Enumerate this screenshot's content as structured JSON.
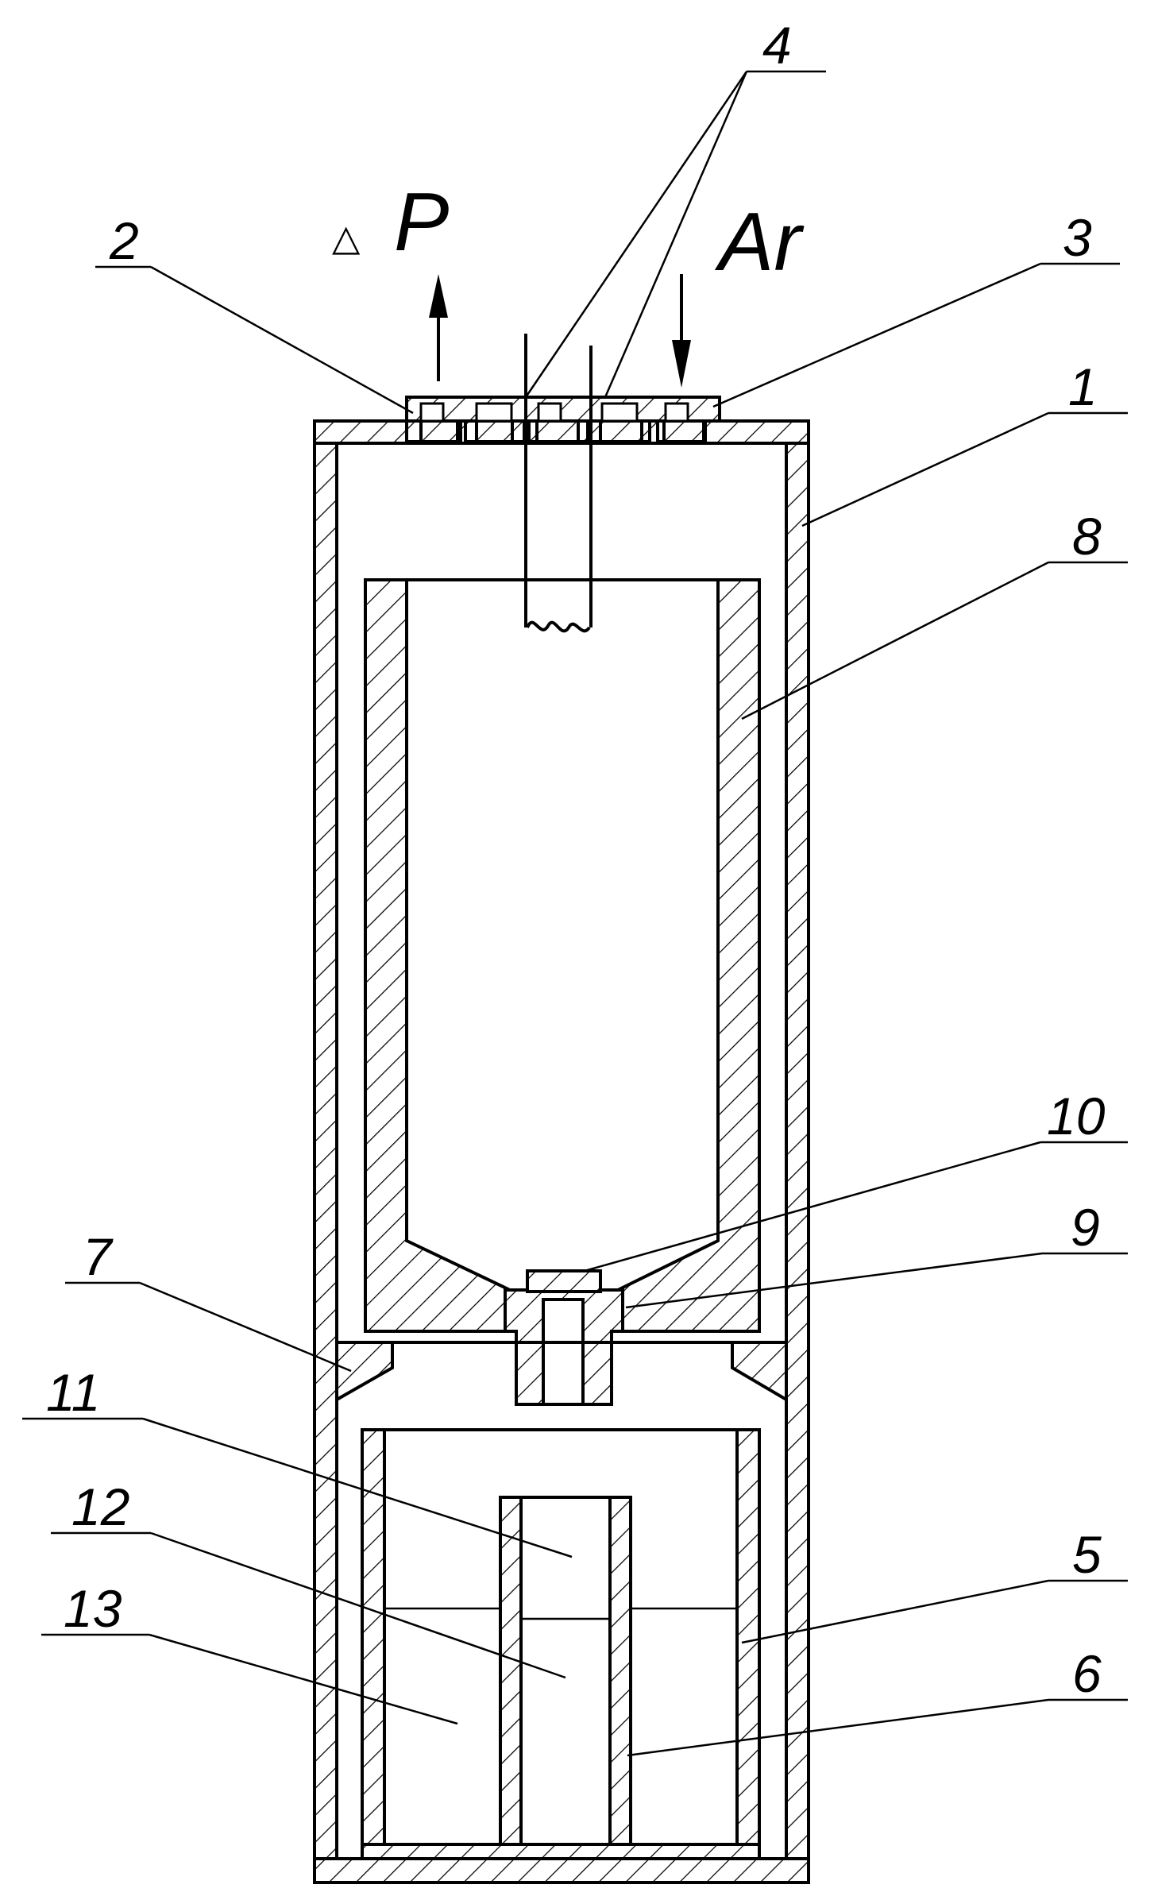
{
  "diagram": {
    "top_flow": {
      "out_delta_symbol": "△",
      "out_label": "P",
      "in_label": "Ar"
    },
    "callouts": [
      {
        "id": "c1",
        "text": "1"
      },
      {
        "id": "c2",
        "text": "2"
      },
      {
        "id": "c3",
        "text": "3"
      },
      {
        "id": "c4",
        "text": "4"
      },
      {
        "id": "c5",
        "text": "5"
      },
      {
        "id": "c6",
        "text": "6"
      },
      {
        "id": "c7",
        "text": "7"
      },
      {
        "id": "c8",
        "text": "8"
      },
      {
        "id": "c9",
        "text": "9"
      },
      {
        "id": "c10",
        "text": "10"
      },
      {
        "id": "c11",
        "text": "11"
      },
      {
        "id": "c12",
        "text": "12"
      },
      {
        "id": "c13",
        "text": "13"
      }
    ],
    "colors": {
      "ink": "#000000",
      "paper": "#ffffff"
    }
  }
}
